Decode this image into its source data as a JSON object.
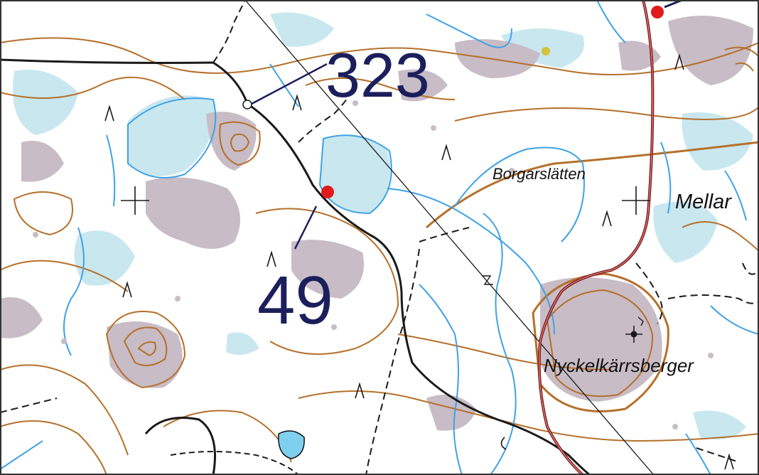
{
  "map": {
    "labels": {
      "borgarslatten": "Borgarslätten",
      "mellan": "Mellar",
      "nyckelkarrsberget": "Nyckelkärrsberger"
    },
    "markers": {
      "marker_323": "323",
      "marker_49": "49"
    },
    "colors": {
      "contour": "#b5702a",
      "water": "#3fa2e6",
      "marsh": "#c9e7ef",
      "rock": "#c8bcc6",
      "road": "#1a1a1a",
      "main_road": "#8b1a1a",
      "marker_red": "#e11b1b",
      "marker_text": "#1b1f5c",
      "yellow_point": "#d4c23a"
    }
  }
}
